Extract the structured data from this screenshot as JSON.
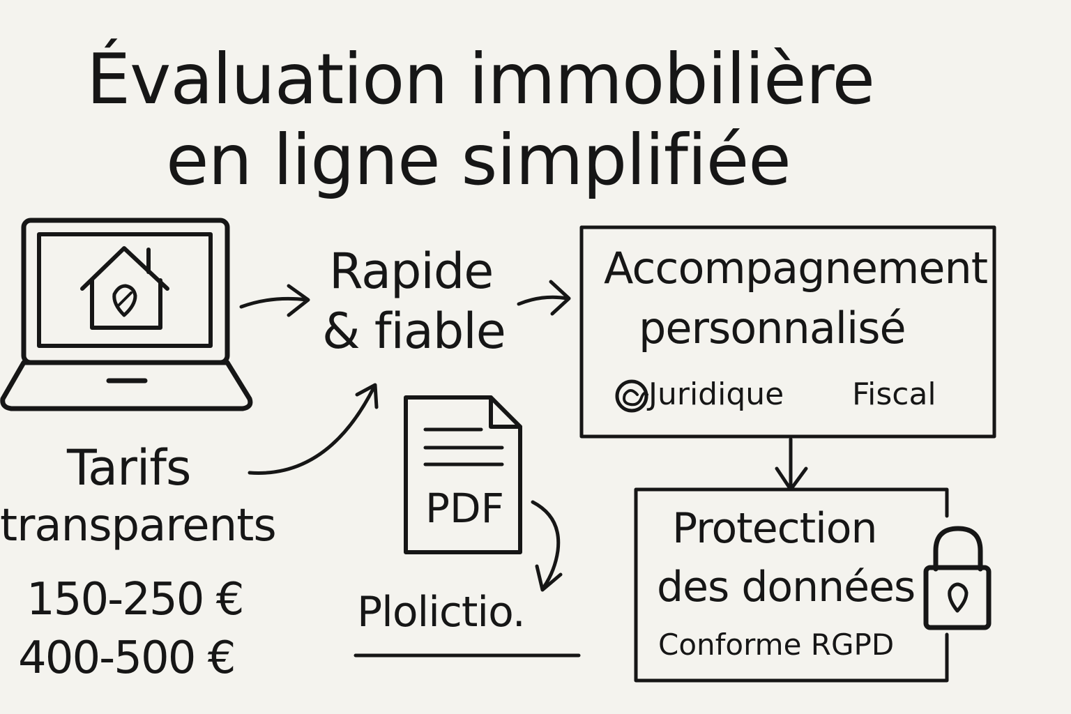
{
  "title": {
    "line1": "Évaluation immobilière",
    "line2": "en ligne simplifiée"
  },
  "center": {
    "line1": "Rapide",
    "line2": "& fiable"
  },
  "accompagnement": {
    "line1": "Accompagnement",
    "line2": "personnalisé",
    "tag_juridique": "Juridique",
    "tag_fiscal": "Fiscal"
  },
  "tarifs": {
    "line1": "Tarifs",
    "line2": "transparents",
    "price1": "150-250 €",
    "price2": "400-500 €"
  },
  "document": {
    "badge": "PDF",
    "caption": "Plolictio."
  },
  "protection": {
    "line1": "Protection",
    "line2": "des données",
    "line3": "Conforme RGPD"
  },
  "icons": {
    "laptop": "laptop-icon",
    "house": "house-icon",
    "pdf": "pdf-document-icon",
    "lock": "padlock-icon",
    "at": "at-sign-icon"
  },
  "colors": {
    "background": "#f4f3ee",
    "ink": "#161616"
  }
}
